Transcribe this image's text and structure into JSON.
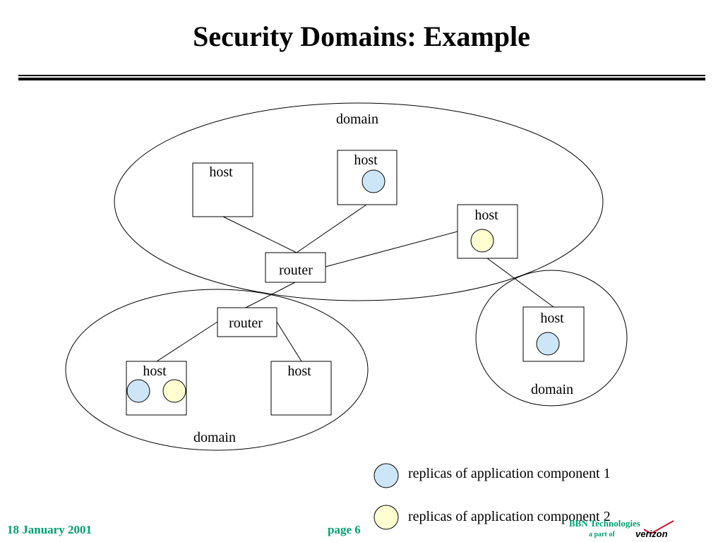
{
  "title": "Security Domains: Example",
  "diagram": {
    "domains": [
      "domain",
      "domain",
      "domain"
    ],
    "routers": [
      "router",
      "router"
    ],
    "hosts": [
      "host",
      "host",
      "host",
      "host",
      "host",
      "host"
    ]
  },
  "legend": {
    "items": [
      {
        "label": "replicas of application component 1",
        "color": "#cce6f8"
      },
      {
        "label": "replicas of application component 2",
        "color": "#fefed0"
      }
    ]
  },
  "footer": {
    "date": "18 January 2001",
    "page": "page 6",
    "company": "BBN Technologies",
    "company_sub": "a part of",
    "brand": "verizon"
  }
}
